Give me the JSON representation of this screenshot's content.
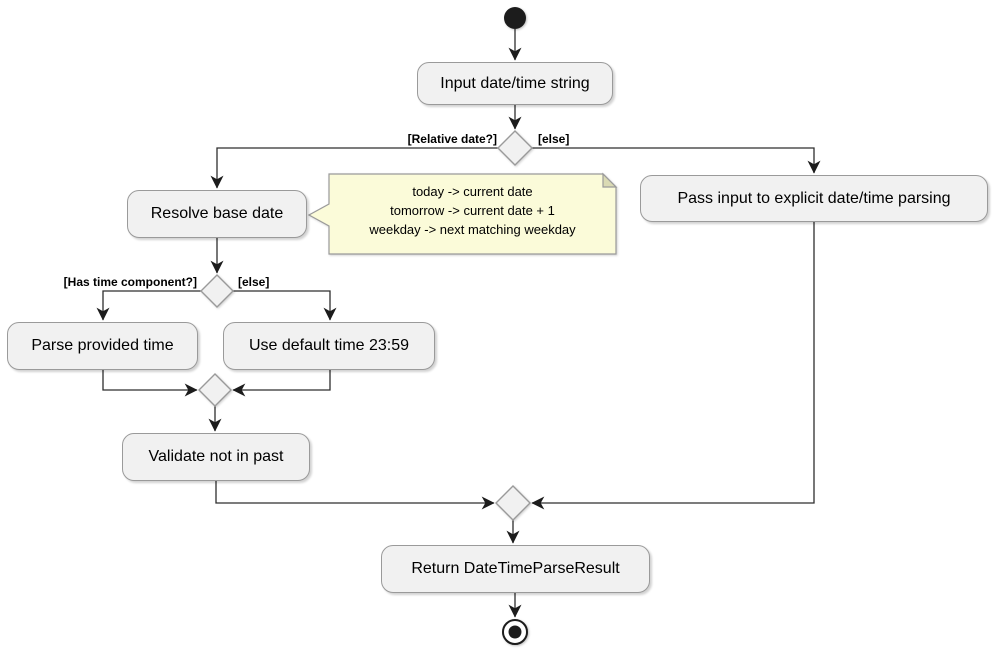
{
  "diagram_type": "uml-activity-diagram",
  "activities": {
    "input": "Input date/time string",
    "resolve_base_date": "Resolve base date",
    "pass_explicit": "Pass input to explicit date/time parsing",
    "parse_provided_time": "Parse provided time",
    "use_default_time": "Use default time 23:59",
    "validate_not_past": "Validate not in past",
    "return_result": "Return DateTimeParseResult"
  },
  "guards": {
    "relative_date": "[Relative date?]",
    "relative_else": "[else]",
    "has_time_component": "[Has time component?]",
    "has_time_else": "[else]"
  },
  "note": {
    "lines": [
      "today -> current date",
      "tomorrow -> current date + 1",
      "weekday -> next matching weekday"
    ]
  },
  "colors": {
    "activity_fill": "#F1F1F1",
    "activity_border": "#9A9A9A",
    "note_fill": "#FBFBD9",
    "note_fold": "#DADAB4",
    "note_border": "#9A9A9A",
    "edge": "#2E2E2E",
    "terminal": "#1C1C1C",
    "text": "#000000"
  }
}
